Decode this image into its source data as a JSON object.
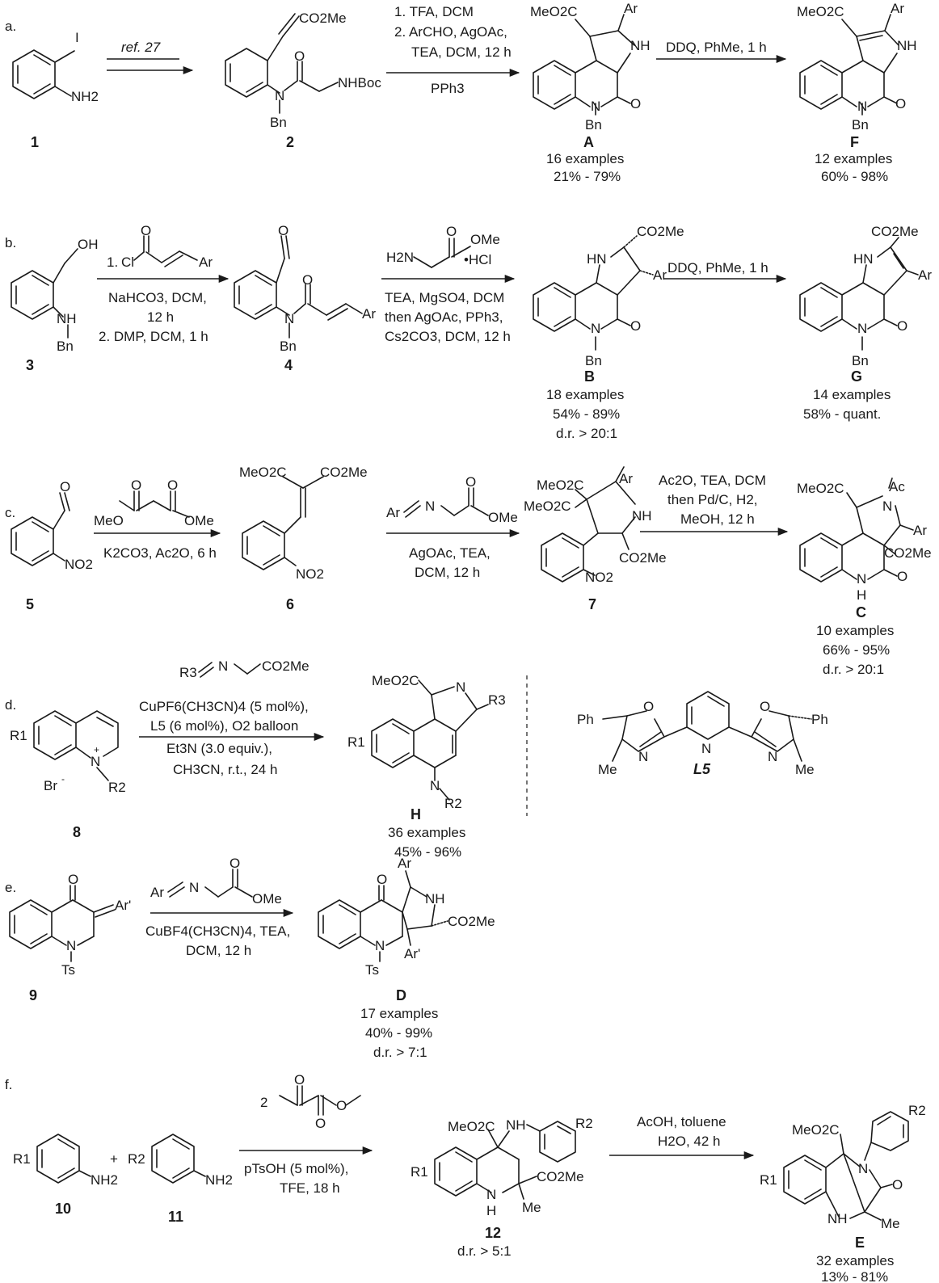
{
  "rows": [
    {
      "letter": "a.",
      "compounds": {
        "c1": "1",
        "c2": "2",
        "p1": "A",
        "p2": "F"
      },
      "step1": {
        "above": "ref. 27"
      },
      "step2": {
        "lines": [
          "1. TFA, DCM",
          "2. ArCHO, AgOAc,",
          "TEA, DCM, 12 h",
          "PPh3"
        ]
      },
      "step3": {
        "lines": [
          "DDQ, PhMe, 1 h"
        ]
      },
      "results": {
        "p1": [
          "16 examples",
          "21% - 79%"
        ],
        "p2": [
          "12 examples",
          "60% - 98%"
        ]
      }
    },
    {
      "letter": "b.",
      "compounds": {
        "c1": "3",
        "c2": "4",
        "p1": "B",
        "p2": "G"
      },
      "step1": {
        "lines": [
          "1.",
          "NaHCO3, DCM,",
          "12 h",
          "2. DMP, DCM, 1 h"
        ]
      },
      "step2": {
        "lines": [
          "TEA, MgSO4, DCM",
          "then AgOAc, PPh3,",
          "Cs2CO3, DCM, 12 h"
        ],
        "reagent_extra": "•HCl"
      },
      "step3": {
        "lines": [
          "DDQ, PhMe, 1 h"
        ]
      },
      "results": {
        "p1": [
          "18 examples",
          "54% - 89%",
          "d.r. > 20:1"
        ],
        "p2": [
          "14 examples",
          "58% - quant."
        ]
      }
    },
    {
      "letter": "c.",
      "compounds": {
        "c1": "5",
        "c2": "6",
        "c3": "7",
        "p1": "C"
      },
      "step1": {
        "lines": [
          "K2CO3, Ac2O, 6 h"
        ]
      },
      "step2": {
        "lines": [
          "AgOAc, TEA,",
          "DCM, 12 h"
        ]
      },
      "step3": {
        "lines": [
          "Ac2O, TEA, DCM",
          "then Pd/C, H2,",
          "MeOH, 12 h"
        ]
      },
      "results": {
        "p1": [
          "10 examples",
          "66% - 95%",
          "d.r. > 20:1"
        ]
      }
    },
    {
      "letter": "d.",
      "compounds": {
        "c1": "8",
        "p1": "H",
        "ligand": "L5"
      },
      "step1": {
        "lines": [
          "CuPF6(CH3CN)4 (5 mol%),",
          "L5 (6 mol%), O2 balloon",
          "Et3N (3.0 equiv.),",
          "CH3CN, r.t., 24 h"
        ]
      },
      "results": {
        "p1": [
          "36 examples",
          "45% - 96%"
        ]
      }
    },
    {
      "letter": "e.",
      "compounds": {
        "c1": "9",
        "p1": "D"
      },
      "step1": {
        "lines": [
          "CuBF4(CH3CN)4, TEA,",
          "DCM, 12 h"
        ]
      },
      "results": {
        "p1": [
          "17 examples",
          "40% - 99%",
          "d.r. > 7:1"
        ]
      }
    },
    {
      "letter": "f.",
      "compounds": {
        "c1": "10",
        "c2": "11",
        "c3": "12",
        "p1": "E"
      },
      "step1": {
        "lines": [
          "pTsOH (5 mol%),",
          "TFE, 18 h"
        ],
        "coeff": "2"
      },
      "step2": {
        "lines": [
          "AcOH, toluene",
          "H2O, 42 h"
        ]
      },
      "results": {
        "c3": [
          "d.r. > 5:1"
        ],
        "p1": [
          "32 examples",
          "13% - 81%"
        ]
      }
    }
  ],
  "atoms": {
    "I": "I",
    "NH2": "NH2",
    "NH": "NH",
    "N": "N",
    "O": "O",
    "OH": "OH",
    "Bn": "Bn",
    "Ts": "Ts",
    "Ac": "Ac",
    "Me": "Me",
    "Ph": "Ph",
    "Cl": "Cl",
    "H": "H",
    "HN": "HN",
    "OMe": "OMe",
    "MeO": "MeO",
    "H2N": "H2N",
    "Ar": "Ar",
    "Ar'": "Ar'",
    "R1": "R1",
    "R2": "R2",
    "R3": "R3",
    "CO2Me": "CO2Me",
    "MeO2C": "MeO2C",
    "NO2": "NO2",
    "NHBoc": "NHBoc",
    "Br": "Br",
    "plus": "+",
    "plus_charge": "+",
    "minus_charge": "-"
  }
}
